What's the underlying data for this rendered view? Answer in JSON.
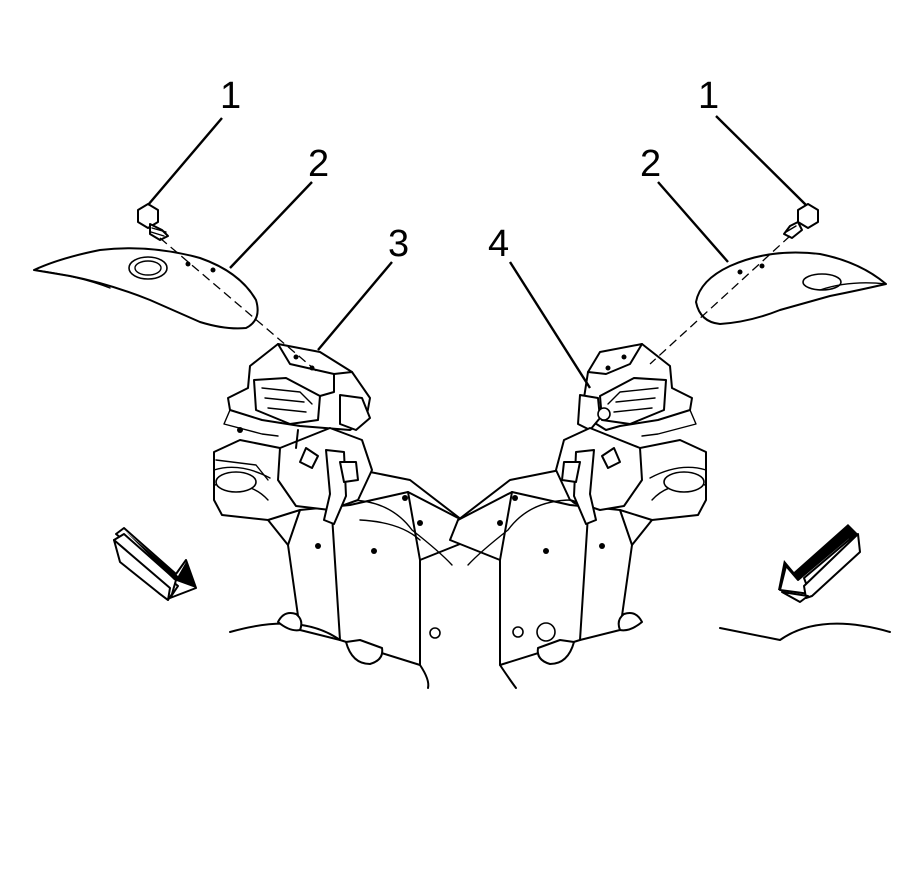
{
  "callouts": {
    "left_bolt": "1",
    "left_shield": "2",
    "left_mount": "3",
    "right_bolt": "1",
    "right_shield": "2",
    "right_mount": "4"
  },
  "icons": {
    "left_arrow": "front-direction-arrow-icon",
    "right_arrow": "front-direction-arrow-icon"
  }
}
